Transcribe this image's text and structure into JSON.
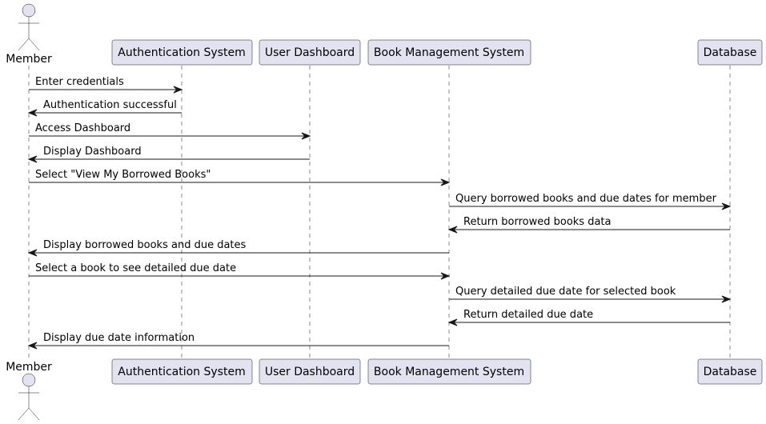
{
  "diagram": {
    "type": "sequence",
    "colors": {
      "participant_fill": "#e2e2f0",
      "participant_stroke": "#181818",
      "line": "#181818",
      "text": "#000000",
      "background": "#ffffff"
    },
    "participants": [
      {
        "id": "member",
        "label": "Member",
        "kind": "actor"
      },
      {
        "id": "auth",
        "label": "Authentication System",
        "kind": "participant"
      },
      {
        "id": "dash",
        "label": "User Dashboard",
        "kind": "participant"
      },
      {
        "id": "bms",
        "label": "Book Management System",
        "kind": "participant"
      },
      {
        "id": "db",
        "label": "Database",
        "kind": "participant"
      }
    ],
    "messages": [
      {
        "from": "member",
        "to": "auth",
        "text": "Enter credentials"
      },
      {
        "from": "auth",
        "to": "member",
        "text": "Authentication successful"
      },
      {
        "from": "member",
        "to": "dash",
        "text": "Access Dashboard"
      },
      {
        "from": "dash",
        "to": "member",
        "text": "Display Dashboard"
      },
      {
        "from": "member",
        "to": "bms",
        "text": "Select \"View My Borrowed Books\""
      },
      {
        "from": "bms",
        "to": "db",
        "text": "Query borrowed books and due dates for member"
      },
      {
        "from": "db",
        "to": "bms",
        "text": "Return borrowed books data"
      },
      {
        "from": "bms",
        "to": "member",
        "text": "Display borrowed books and due dates"
      },
      {
        "from": "member",
        "to": "bms",
        "text": "Select a book to see detailed due date"
      },
      {
        "from": "bms",
        "to": "db",
        "text": "Query detailed due date for selected book"
      },
      {
        "from": "db",
        "to": "bms",
        "text": "Return detailed due date"
      },
      {
        "from": "bms",
        "to": "member",
        "text": "Display due date information"
      }
    ]
  }
}
